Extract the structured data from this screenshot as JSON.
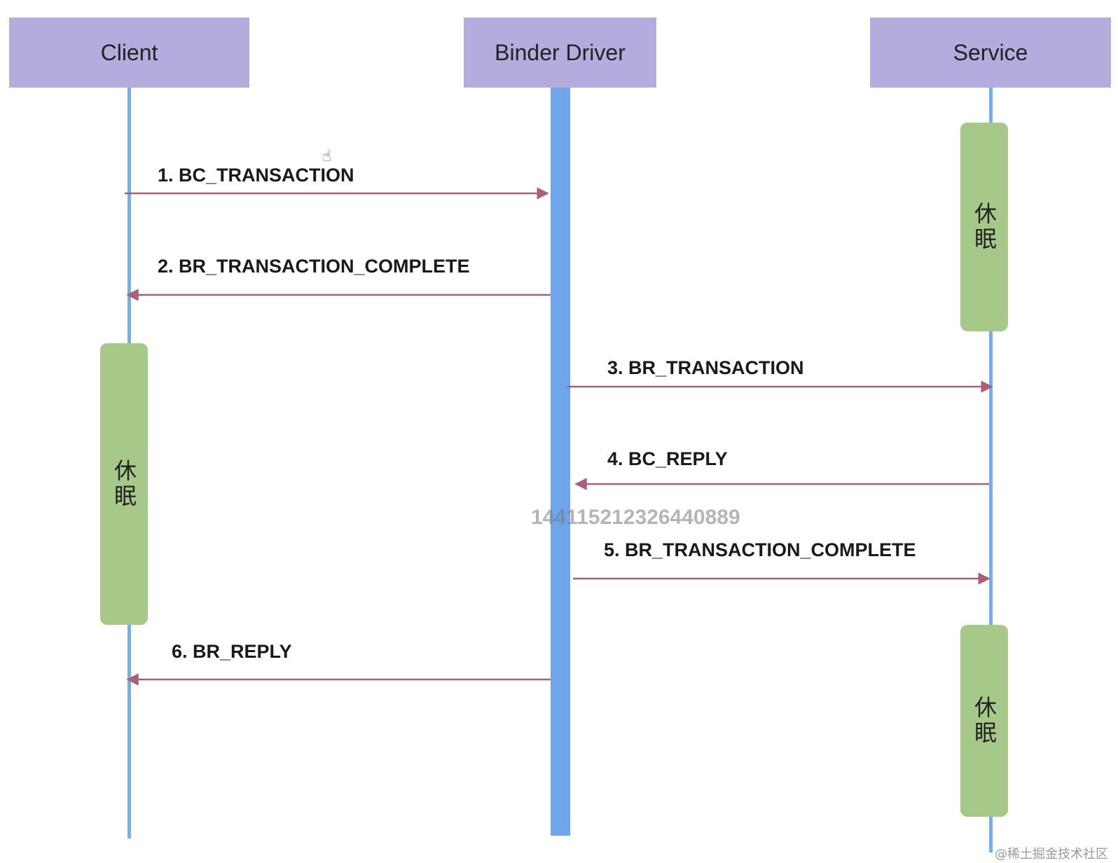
{
  "participants": {
    "client": "Client",
    "binder": "Binder Driver",
    "service": "Service"
  },
  "messages": [
    {
      "label": "1. BC_TRANSACTION",
      "from": "client",
      "to": "binder"
    },
    {
      "label": "2. BR_TRANSACTION_COMPLETE",
      "from": "binder",
      "to": "client"
    },
    {
      "label": "3. BR_TRANSACTION",
      "from": "binder",
      "to": "service"
    },
    {
      "label": "4. BC_REPLY",
      "from": "service",
      "to": "binder"
    },
    {
      "label": "5. BR_TRANSACTION_COMPLETE",
      "from": "binder",
      "to": "service"
    },
    {
      "label": "6. BR_REPLY",
      "from": "binder",
      "to": "client"
    }
  ],
  "sleep_label": "休眠",
  "watermark_id": "1441152123264408​89",
  "watermark_site": "@稀土掘金技术社区",
  "colors": {
    "participant_box": "#b5acde",
    "lifeline": "#7aaee6",
    "sleep_box": "#a6c98a",
    "arrow": "#a8607a"
  },
  "icons": {
    "cursor": "hand-cursor-icon"
  }
}
